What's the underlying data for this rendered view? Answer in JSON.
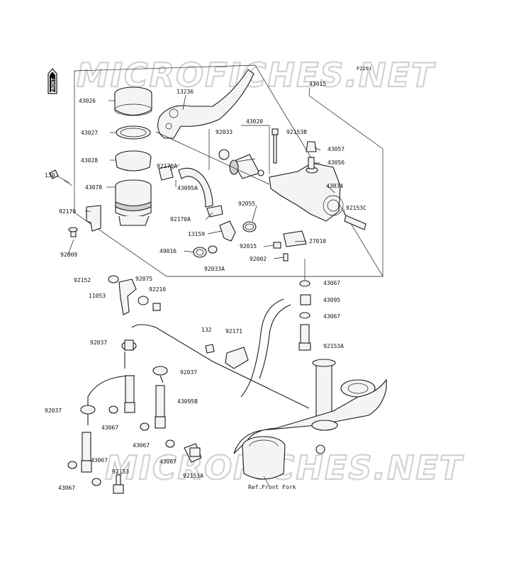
{
  "diagram_code": "F2291",
  "watermark": "MICROFICHES.NET",
  "front_tag": "FRONT",
  "ref_note": "Ref.Front Fork",
  "labels": {
    "p43026": "43026",
    "p13236": "13236",
    "p43015": "43015",
    "p43027": "43027",
    "p43020": "43020",
    "p92033": "92033",
    "p92153B": "92153B",
    "p43057": "43057",
    "p43028": "43028",
    "p92170A_a": "92170A",
    "p43056": "43056",
    "p130_a": "130",
    "p43078": "43078",
    "p43034": "43034",
    "p43095A": "43095A",
    "p92055": "92055",
    "p92153C": "92153C",
    "p92170": "92170",
    "p92170A_b": "92170A",
    "p13159": "13159",
    "p27010": "27010",
    "p92009": "92009",
    "p92015": "92015",
    "p49016": "49016",
    "p92002": "92002",
    "p92033A": "92033A",
    "p92152": "92152",
    "p92075": "92075",
    "p43067_a": "43067",
    "p92210": "92210",
    "p11053": "11053",
    "p43095": "43095",
    "p43067_b": "43067",
    "p132": "132",
    "p92171": "92171",
    "p92037_a": "92037",
    "p92153A_a": "92153A",
    "p92037_b": "92037",
    "p92037_c": "92037",
    "p43095B": "43095B",
    "p43067_c": "43067",
    "p43067_d": "43067",
    "p43067_e": "43067",
    "p43067_f": "43067",
    "p92153": "92153",
    "p92153A_b": "92153A",
    "p43067_g": "43067"
  }
}
